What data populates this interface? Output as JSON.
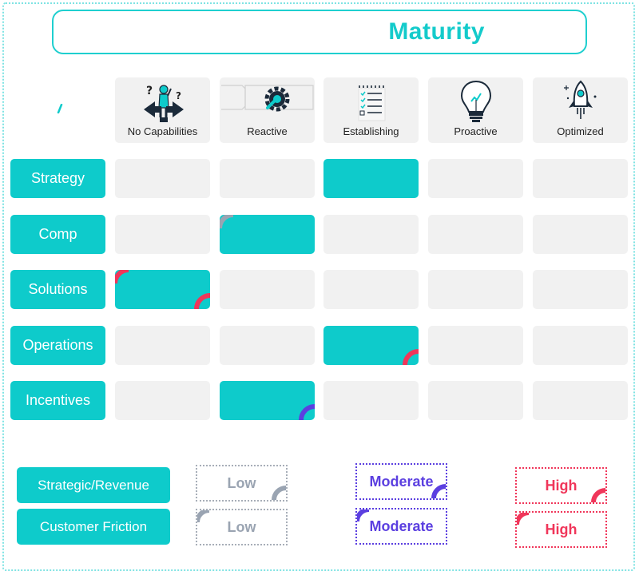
{
  "title": "Maturity",
  "stages": [
    {
      "label": "No Capabilities",
      "icon": "crossroads-person-icon"
    },
    {
      "label": "Reactive",
      "icon": "gear-wrench-icon"
    },
    {
      "label": "Establishing",
      "icon": "checklist-icon"
    },
    {
      "label": "Proactive",
      "icon": "lightbulb-icon"
    },
    {
      "label": "Optimized",
      "icon": "rocket-icon"
    }
  ],
  "rows": [
    {
      "label": "Strategy",
      "level": "Establishing",
      "marker": "none"
    },
    {
      "label": "Comp",
      "level": "Reactive",
      "marker": "low"
    },
    {
      "label": "Solutions",
      "level": "No Capabilities",
      "marker": "high"
    },
    {
      "label": "Operations",
      "level": "Establishing",
      "marker": "high"
    },
    {
      "label": "Incentives",
      "level": "Reactive",
      "marker": "moderate"
    }
  ],
  "legend": {
    "categories": [
      "Strategic/Revenue",
      "Customer Friction"
    ],
    "levels": [
      {
        "label": "Low",
        "color": "#9aa4b2"
      },
      {
        "label": "Moderate",
        "color": "#5b3fe0"
      },
      {
        "label": "High",
        "color": "#f0365a"
      }
    ]
  },
  "colors": {
    "accent": "#0ecbcb",
    "cell": "#f1f1f1"
  }
}
